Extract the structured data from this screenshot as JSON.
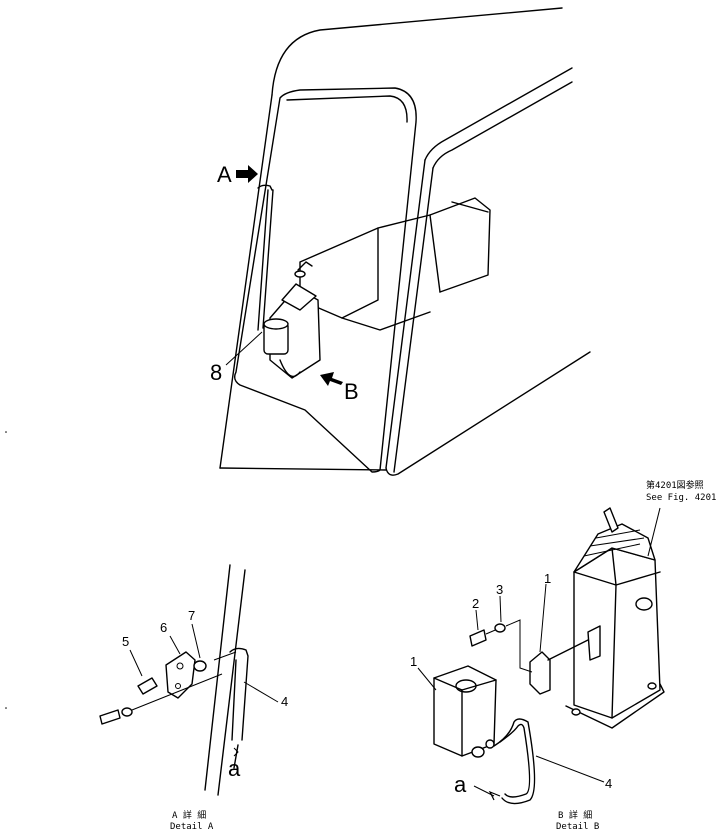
{
  "main_view": {
    "arrow_a_label": "A",
    "arrow_b_label": "B",
    "callout_8": "8"
  },
  "detail_a": {
    "callouts": {
      "c5": "5",
      "c6": "6",
      "c7": "7",
      "c4": "4",
      "ca": "a"
    },
    "caption_jp": "A 詳 細",
    "caption_en": "Detail A"
  },
  "detail_b": {
    "callouts": {
      "c2": "2",
      "c3": "3",
      "c1_top": "1",
      "c1_left": "1",
      "c4": "4",
      "ca": "a"
    },
    "reference_jp": "第4201図参照",
    "reference_en": "See Fig. 4201",
    "caption_jp": "B 詳 細",
    "caption_en": "Detail B"
  }
}
